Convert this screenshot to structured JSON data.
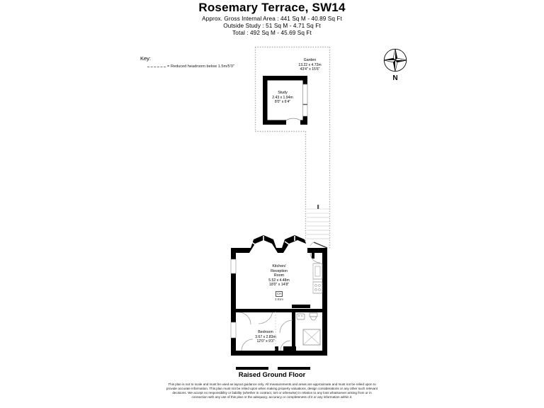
{
  "header": {
    "title": "Rosemary Terrace, SW14",
    "area_lines": [
      "Approx. Gross Internal Area : 441 Sq M - 40.89 Sq Ft",
      "Outside Study : 51 Sq M - 4.71 Sq Ft",
      "Total : 492 Sq M - 45.69 Sq Ft"
    ]
  },
  "key": {
    "label": "Key:",
    "legend_text": "= Reduced headroom below 1.5m/5'0\""
  },
  "compass": {
    "label": "N",
    "icon": "compass-rose-icon"
  },
  "rooms": [
    {
      "id": "garden",
      "name": "Garden",
      "metric": "13.22 x 4.72m",
      "imperial": "43'4\" x 15'6\""
    },
    {
      "id": "study",
      "name": "Study",
      "metric": "2.43 x 1.94m",
      "imperial": "8'0\" x 6'4\""
    },
    {
      "id": "kitchen-reception",
      "name_line1": "Kitchen/",
      "name_line2": "Reception",
      "name_line3": "Room",
      "metric": "5.52 x 4.48m",
      "imperial": "18'0\" x 14'8\""
    },
    {
      "id": "bedroom",
      "name": "Bedroom",
      "metric": "3.67 x 2.83m",
      "imperial": "12'0\" x 9'3\""
    }
  ],
  "ceiling_height_badge": {
    "label": "CH",
    "value": "2.81m"
  },
  "floor_caption": "Raised Ground Floor",
  "disclaimer": "This plan is not to scale and must be used as layout guidance only. All measurements and areas are approximate and must not be relied upon to provide accurate information. This plan must not be relied upon when making property valuations, design considerations or any other such relevant decisions. We accept no responsibility or liability (whether in contract, tort or otherwise) in relation to any loss whatsoever arising from or in connection with any use of this plan or the adequacy, accuracy or completeness of it or any information within it.",
  "colors": {
    "wall": "#000000",
    "background": "#ffffff",
    "boundary_dotted": "#b5b5b5",
    "fixture_outline": "#8a8a8a",
    "text": "#000000"
  }
}
